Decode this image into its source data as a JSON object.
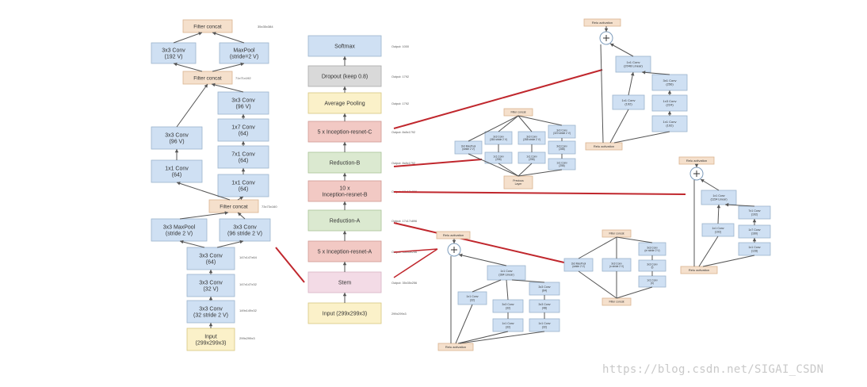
{
  "colors": {
    "conv": "#cfe0f3",
    "concat": "#f5e0cc",
    "input": "#fbf1c9",
    "inception": "#f2c9c4",
    "reduction": "#dbe9d0",
    "dropout": "#d9d9d9",
    "pool": "#fbf1c9",
    "stroke": "#9bb4cc",
    "red": "#c0272d"
  },
  "stem": {
    "boxes": [
      {
        "id": "s-fc1",
        "name": "stem-filter-concat-top",
        "lines": [
          "Filter concat"
        ],
        "kind": "concat"
      },
      {
        "id": "s-c1",
        "name": "stem-3x3-conv-192",
        "lines": [
          "3x3 Conv",
          "(192 V)"
        ],
        "kind": "conv"
      },
      {
        "id": "s-mp1",
        "name": "stem-maxpool-stride2",
        "lines": [
          "MaxPool",
          "(stride=2 V)"
        ],
        "kind": "conv"
      },
      {
        "id": "s-fc2",
        "name": "stem-filter-concat-mid",
        "lines": [
          "Filter concat"
        ],
        "kind": "concat"
      },
      {
        "id": "s-c2",
        "name": "stem-3x3-conv-96-right",
        "lines": [
          "3x3 Conv",
          "(96 V)"
        ],
        "kind": "conv"
      },
      {
        "id": "s-c3",
        "name": "stem-1x7-conv",
        "lines": [
          "1x7 Conv",
          "(64)"
        ],
        "kind": "conv"
      },
      {
        "id": "s-c4",
        "name": "stem-3x3-conv-96-left",
        "lines": [
          "3x3 Conv",
          "(96 V)"
        ],
        "kind": "conv"
      },
      {
        "id": "s-c5",
        "name": "stem-7x1-conv",
        "lines": [
          "7x1 Conv",
          "(64)"
        ],
        "kind": "conv"
      },
      {
        "id": "s-c6",
        "name": "stem-1x1-conv-left",
        "lines": [
          "1x1 Conv",
          "(64)"
        ],
        "kind": "conv"
      },
      {
        "id": "s-c7",
        "name": "stem-1x1-conv-right",
        "lines": [
          "1x1 Conv",
          "(64)"
        ],
        "kind": "conv"
      },
      {
        "id": "s-fc3",
        "name": "stem-filter-concat-low",
        "lines": [
          "Filter concat"
        ],
        "kind": "concat"
      },
      {
        "id": "s-mp2",
        "name": "stem-3x3-maxpool",
        "lines": [
          "3x3 MaxPool",
          "(stride 2 V)"
        ],
        "kind": "conv"
      },
      {
        "id": "s-c8",
        "name": "stem-3x3-conv-96-stride2",
        "lines": [
          "3x3 Conv",
          "(96 stride 2 V)"
        ],
        "kind": "conv"
      },
      {
        "id": "s-c9",
        "name": "stem-3x3-conv-64",
        "lines": [
          "3x3 Conv",
          "(64)"
        ],
        "kind": "conv"
      },
      {
        "id": "s-c10",
        "name": "stem-3x3-conv-32",
        "lines": [
          "3x3 Conv",
          "(32 V)"
        ],
        "kind": "conv"
      },
      {
        "id": "s-c11",
        "name": "stem-3x3-conv-32-stride2",
        "lines": [
          "3x3 Conv",
          "(32 stride 2 V)"
        ],
        "kind": "conv"
      },
      {
        "id": "s-in",
        "name": "stem-input",
        "lines": [
          "Input",
          "(299x299x3)"
        ],
        "kind": "input"
      }
    ],
    "side_labels": [
      "35x35x384",
      "71x71x192",
      "73x73x160",
      "147x147x64",
      "147x147x32",
      "149x149x32",
      "299x299x3"
    ]
  },
  "main": {
    "boxes": [
      {
        "id": "m-softmax",
        "name": "main-softmax",
        "lines": [
          "Softmax"
        ],
        "kind": "conv",
        "out": "Output: 1000"
      },
      {
        "id": "m-dropout",
        "name": "main-dropout",
        "lines": [
          "Dropout (keep 0.8)"
        ],
        "kind": "dropout",
        "out": "Output: 1792"
      },
      {
        "id": "m-avgpool",
        "name": "main-average-pooling",
        "lines": [
          "Average Pooling"
        ],
        "kind": "pool",
        "out": "Output: 1792"
      },
      {
        "id": "m-incC",
        "name": "main-inception-resnet-c",
        "lines": [
          "5 x Inception-resnet-C"
        ],
        "kind": "inception",
        "out": "Output: 8x8x1792"
      },
      {
        "id": "m-redB",
        "name": "main-reduction-b",
        "lines": [
          "Reduction-B"
        ],
        "kind": "reduction",
        "out": "Output: 8x8x1792"
      },
      {
        "id": "m-incB",
        "name": "main-inception-resnet-b",
        "lines": [
          "10 x",
          "Inception-resnet-B"
        ],
        "kind": "inception",
        "out": "Output: 17x17x896"
      },
      {
        "id": "m-redA",
        "name": "main-reduction-a",
        "lines": [
          "Reduction-A"
        ],
        "kind": "reduction",
        "out": "Output: 17x17x896"
      },
      {
        "id": "m-incA",
        "name": "main-inception-resnet-a",
        "lines": [
          "5 x Inception-resnet-A"
        ],
        "kind": "inception",
        "out": "Output: 35x35x256"
      },
      {
        "id": "m-stem",
        "name": "main-stem",
        "lines": [
          "Stem"
        ],
        "kind": "inception_light",
        "out": "Output: 35x35x256"
      },
      {
        "id": "m-input",
        "name": "main-input",
        "lines": [
          "Input (299x299x3)"
        ],
        "kind": "input",
        "out": "299x299x3"
      }
    ]
  },
  "incC": {
    "relu_top": "Relu activation",
    "relu_bottom": "Relu activation",
    "boxes": [
      {
        "name": "incC-1x1-conv-2048-linear",
        "lines": [
          "1x1 Conv",
          "(2048 Linear)"
        ]
      },
      {
        "name": "incC-1x1-conv-256",
        "lines": [
          "3x1 Conv",
          "(256)"
        ]
      },
      {
        "name": "incC-1x1-conv-192-left",
        "lines": [
          "1x1 Conv",
          "(192)"
        ]
      },
      {
        "name": "incC-1x3-conv-224",
        "lines": [
          "1x3 Conv",
          "(224)"
        ]
      },
      {
        "name": "incC-1x1-conv-192-right",
        "lines": [
          "1x1 Conv",
          "(192)"
        ]
      }
    ]
  },
  "redB": {
    "top": "Filter concat",
    "bottom_lines": [
      "Previous",
      "Layer"
    ],
    "boxes": [
      {
        "name": "redB-3x3-maxpool",
        "lines": [
          "3x3 MaxPool",
          "(stride 2 V)"
        ]
      },
      {
        "name": "redB-3x3-conv-384",
        "lines": [
          "3x3 Conv",
          "(384 stride 2 V)"
        ]
      },
      {
        "name": "redB-3x3-conv-288",
        "lines": [
          "3x3 Conv",
          "(288 stride 2 V)"
        ]
      },
      {
        "name": "redB-3x3-conv-320",
        "lines": [
          "3x3 Conv",
          "(320 stride 2 V)"
        ]
      },
      {
        "name": "redB-1x1-conv-256-a",
        "lines": [
          "1x1 Conv",
          "(256)"
        ]
      },
      {
        "name": "redB-1x1-conv-256-b",
        "lines": [
          "1x1 Conv",
          "(256)"
        ]
      },
      {
        "name": "redB-3x3-conv-288-b",
        "lines": [
          "3x3 Conv",
          "(288)"
        ]
      },
      {
        "name": "redB-1x1-conv-256-c",
        "lines": [
          "1x1 Conv",
          "(256)"
        ]
      }
    ]
  },
  "incB": {
    "relu_top": "Relu activation",
    "relu_bottom": "Relu activation",
    "boxes": [
      {
        "name": "incB-1x1-conv-1154-linear",
        "lines": [
          "1x1 Conv",
          "(1154 Linear)"
        ]
      },
      {
        "name": "incB-7x1-conv-192",
        "lines": [
          "7x1 Conv",
          "(192)"
        ]
      },
      {
        "name": "incB-1x1-conv-192",
        "lines": [
          "1x1 Conv",
          "(192)"
        ]
      },
      {
        "name": "incB-1x7-conv-160",
        "lines": [
          "1x7 Conv",
          "(160)"
        ]
      },
      {
        "name": "incB-1x1-conv-128",
        "lines": [
          "1x1 Conv",
          "(128)"
        ]
      }
    ]
  },
  "redA": {
    "top": "Filter concat",
    "bottom": "Filter concat",
    "boxes": [
      {
        "name": "redA-3x3-maxpool",
        "lines": [
          "3x3 MaxPool",
          "(stride 2 V)"
        ]
      },
      {
        "name": "redA-3x3-conv-n",
        "lines": [
          "3x3 Conv",
          "(n stride 2 V)"
        ]
      },
      {
        "name": "redA-3x3-conv-m",
        "lines": [
          "3x3 Conv",
          "(m stride 2 V)"
        ]
      },
      {
        "name": "redA-3x3-conv-l",
        "lines": [
          "3x3 Conv",
          "(l)"
        ]
      },
      {
        "name": "redA-1x1-conv-k",
        "lines": [
          "1x1 Conv",
          "(k)"
        ]
      }
    ]
  },
  "incA": {
    "relu_top": "Relu activation",
    "relu_bottom": "Relu activation",
    "boxes": [
      {
        "name": "incA-1x1-conv-384-linear",
        "lines": [
          "1x1 Conv",
          "(384 Linear)"
        ]
      },
      {
        "name": "incA-3x3-conv-64",
        "lines": [
          "3x3 Conv",
          "(64)"
        ]
      },
      {
        "name": "incA-1x1-conv-32-a",
        "lines": [
          "1x1 Conv",
          "(32)"
        ]
      },
      {
        "name": "incA-3x3-conv-32",
        "lines": [
          "3x3 Conv",
          "(32)"
        ]
      },
      {
        "name": "incA-3x3-conv-48",
        "lines": [
          "3x3 Conv",
          "(48)"
        ]
      },
      {
        "name": "incA-1x1-conv-32-b",
        "lines": [
          "1x1 Conv",
          "(32)"
        ]
      },
      {
        "name": "incA-1x1-conv-32-c",
        "lines": [
          "1x1 Conv",
          "(32)"
        ]
      }
    ]
  },
  "watermark": "https://blog.csdn.net/SIGAI_CSDN"
}
